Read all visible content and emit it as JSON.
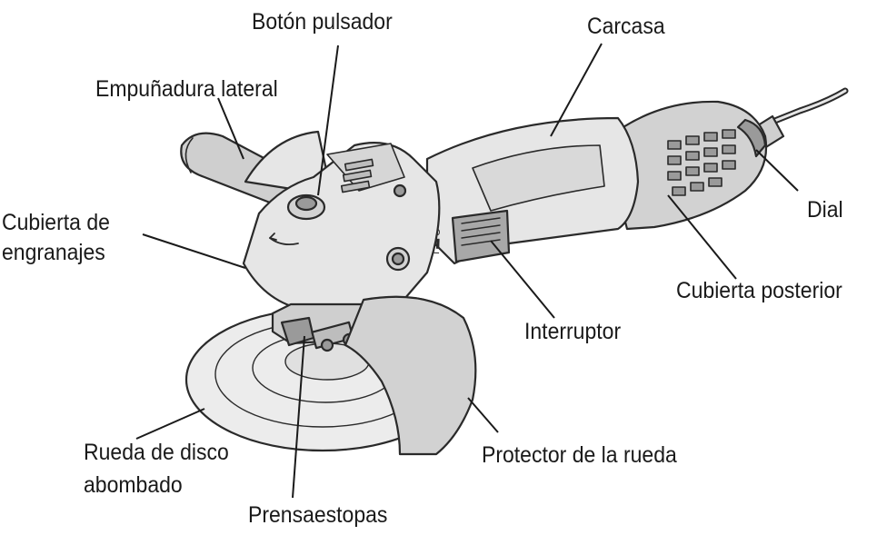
{
  "labels": {
    "push_button": "Botón pulsador",
    "housing": "Carcasa",
    "side_handle": "Empuñadura lateral",
    "gear_cover_line1": "Cubierta de",
    "gear_cover_line2": "engranajes",
    "dial": "Dial",
    "rear_cover": "Cubierta posterior",
    "switch": "Interruptor",
    "wheel_guard": "Protector de la rueda",
    "disc_wheel_line1": "Rueda de disco",
    "disc_wheel_line2": "abombado",
    "packing_gland": "Prensaestopas"
  },
  "colors": {
    "tool_fill": "#e6e6e6",
    "tool_dark": "#b9b9b9",
    "outline": "#2a2a2a",
    "leader": "#1a1a1a"
  }
}
